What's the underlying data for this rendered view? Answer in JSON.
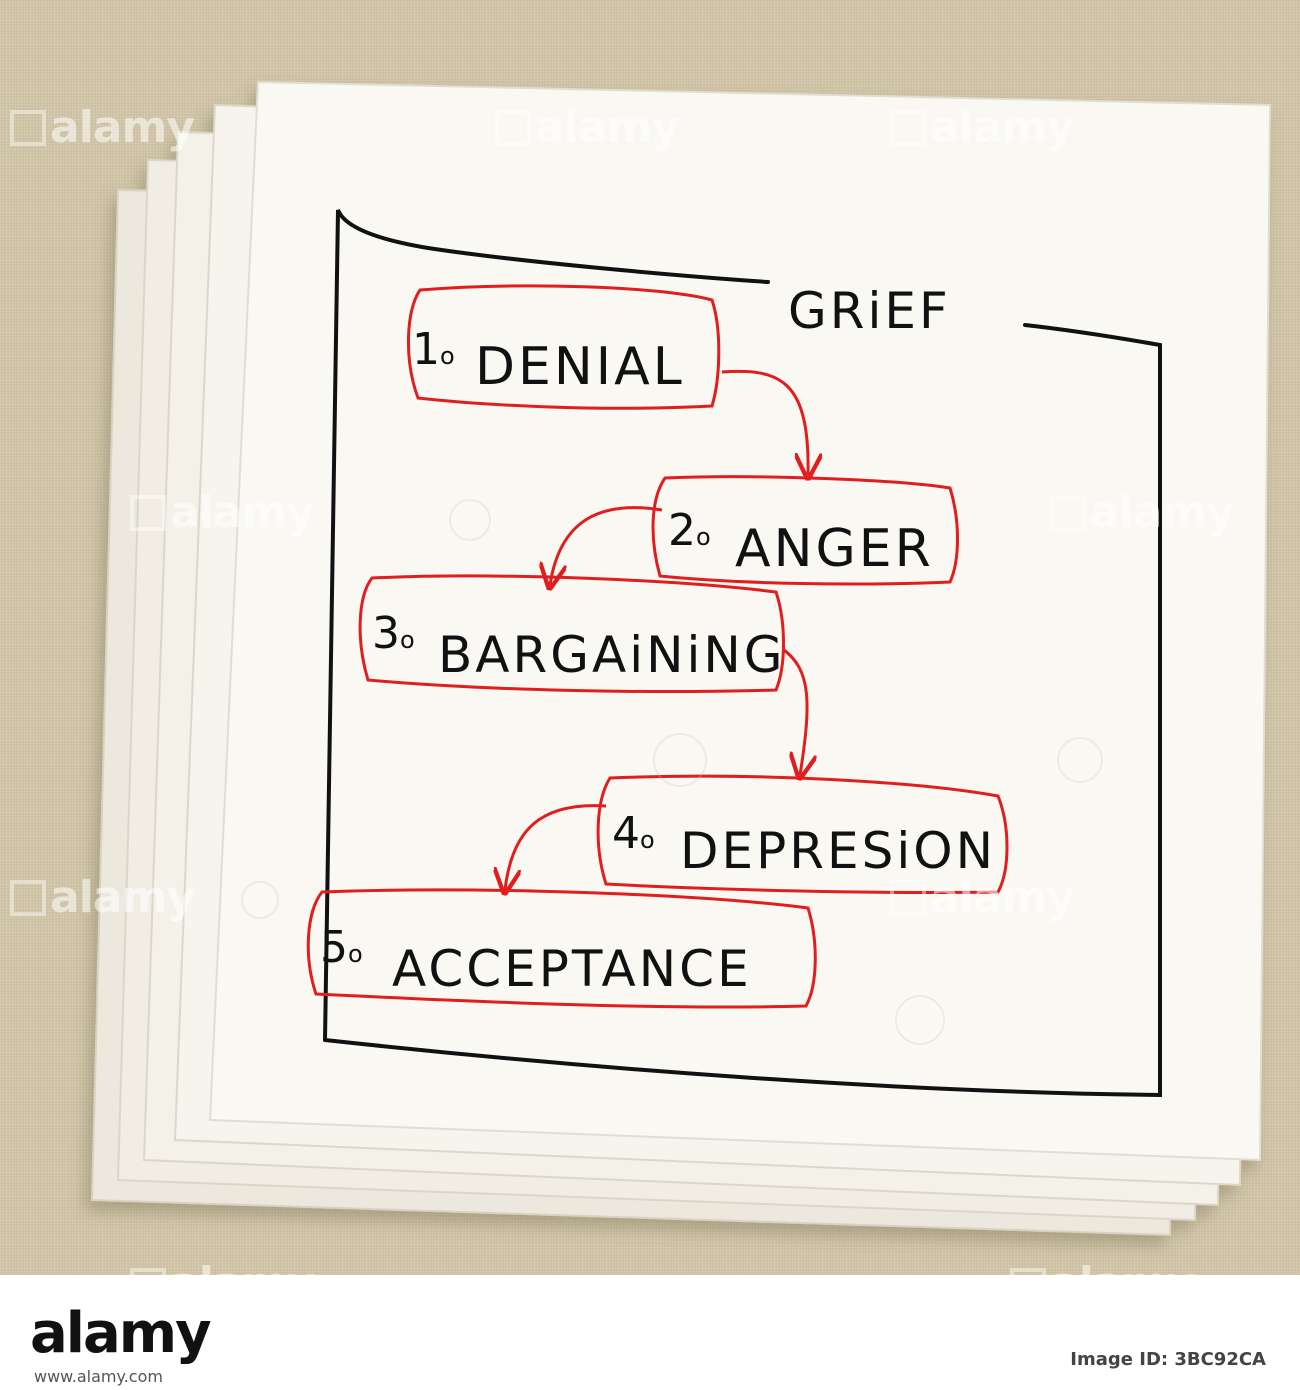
{
  "napkin": {
    "title": "GRiEF",
    "stages": [
      {
        "number": "1",
        "label": "DENIAL"
      },
      {
        "number": "2",
        "label": "ANGER"
      },
      {
        "number": "3",
        "label": "BARGAiNiNG"
      },
      {
        "number": "4",
        "label": "DEPRESiON"
      },
      {
        "number": "5",
        "label": "ACCEPTANCE"
      }
    ],
    "ink_color": "#111111",
    "outline_color": "#e01e1e"
  },
  "watermark": {
    "text": "alamy"
  },
  "footer": {
    "logo": "alamy",
    "image_id": "Image ID: 3BC92CA",
    "url": "www.alamy.com"
  }
}
